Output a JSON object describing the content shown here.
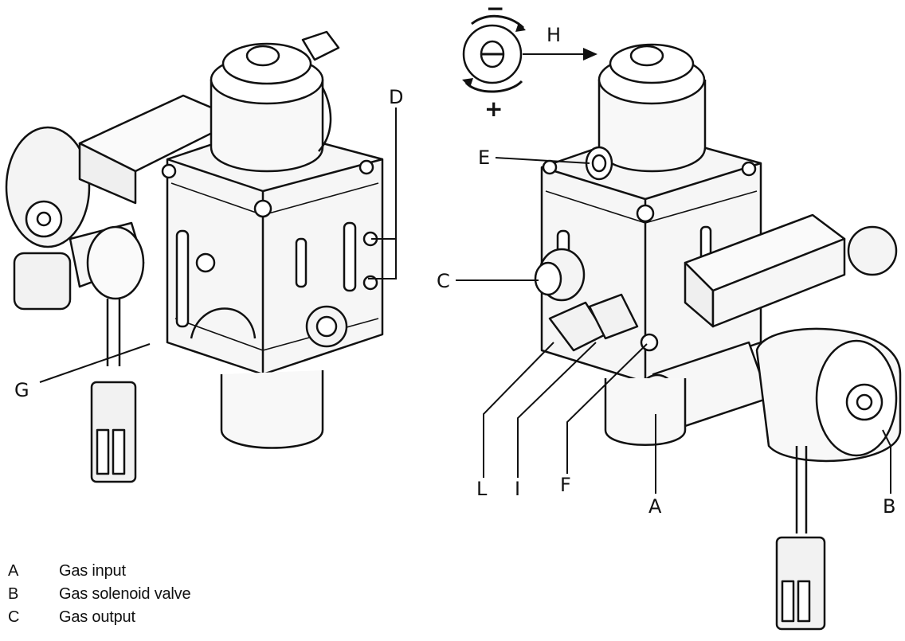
{
  "callouts": {
    "A": "A",
    "B": "B",
    "C": "C",
    "D": "D",
    "E": "E",
    "F": "F",
    "G": "G",
    "H": "H",
    "I": "I",
    "L": "L"
  },
  "adjust_screw": {
    "minus": "−",
    "plus": "+"
  },
  "legend": [
    {
      "letter": "A",
      "description": "Gas input"
    },
    {
      "letter": "B",
      "description": "Gas solenoid valve"
    },
    {
      "letter": "C",
      "description": "Gas output"
    }
  ]
}
